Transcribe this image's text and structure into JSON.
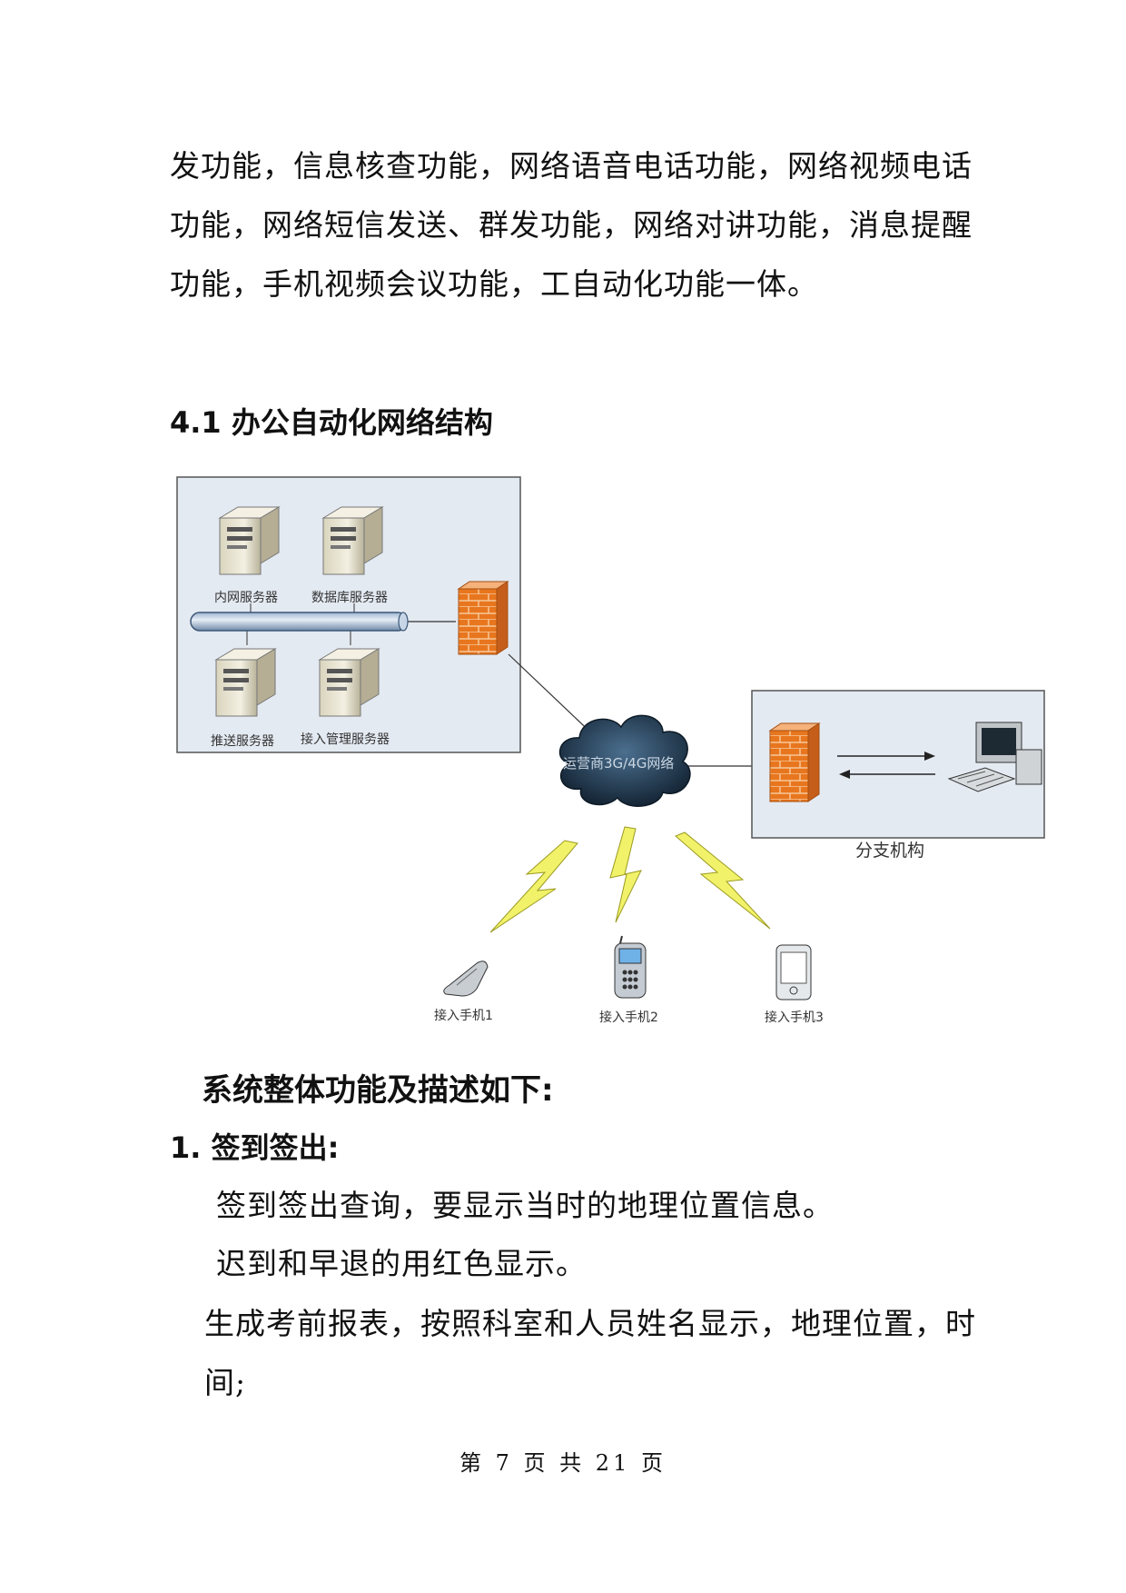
{
  "intro": {
    "lines": [
      "发功能，信息核查功能，网络语音电话功能，网络视频电话",
      "功能，网络短信发送、群发功能，网络对讲功能，消息提醒",
      "功能，手机视频会议功能，工自动化功能一体。"
    ]
  },
  "section": {
    "title": "4.1 办公自动化网络结构"
  },
  "diagram": {
    "servers": [
      "内网服务器",
      "数据库服务器",
      "推送服务器",
      "接入管理服务器"
    ],
    "cloud_label": "运营商3G/4G网络",
    "branch_label": "分支机构",
    "phones": [
      "接入手机1",
      "接入手机2",
      "接入手机3"
    ]
  },
  "overview": {
    "title": "系统整体功能及描述如下:"
  },
  "item1": {
    "title": "1. 签到签出:",
    "lines": [
      "签到签出查询，要显示当时的地理位置信息。",
      "迟到和早退的用红色显示。",
      "生成考前报表，按照科室和人员姓名显示，地理位置，时",
      "间;"
    ]
  },
  "footer": {
    "text": "第 7 页 共 21 页"
  }
}
